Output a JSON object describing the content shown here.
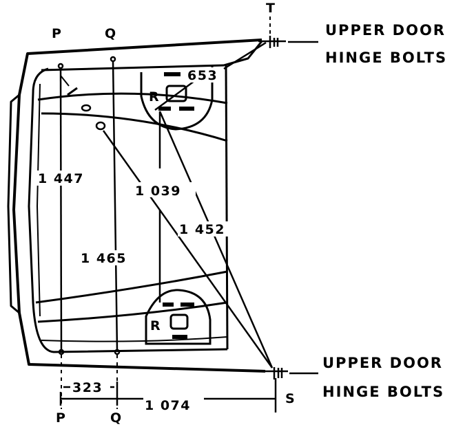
{
  "diagram": {
    "points": {
      "p_top": "P",
      "q_top": "Q",
      "t_top": "T",
      "p_bottom": "P",
      "q_bottom": "Q",
      "s_bottom": "S",
      "r_upper": "R",
      "r_lower": "R"
    },
    "dimensions": {
      "d_653": "653",
      "d_1447": "1 447",
      "d_1039": "1 039",
      "d_1452": "1 452",
      "d_1465": "1 465",
      "d_323": "323",
      "d_1074": "1 074"
    },
    "callouts": {
      "upper_hinge_line1": "UPPER DOOR",
      "upper_hinge_line2": "HINGE BOLTS",
      "lower_hinge_line1": "UPPER DOOR",
      "lower_hinge_line2": "HINGE BOLTS"
    }
  }
}
